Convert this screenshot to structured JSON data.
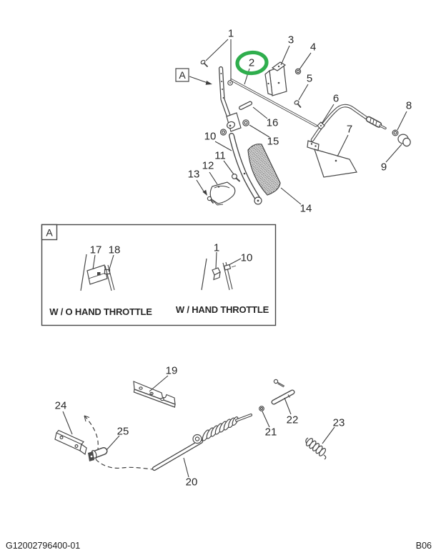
{
  "page": {
    "background": "#ffffff",
    "footer_left": "G12002796400-01",
    "footer_right": "B06"
  },
  "colors": {
    "line": "#474747",
    "text": "#272727",
    "highlight_green": "#2fae4d"
  },
  "detail_view_marker": "A",
  "highlight": {
    "circled_callout": "2",
    "shape": "ellipse",
    "color": "#2fae4d"
  },
  "callouts": {
    "main": [
      "1",
      "2",
      "3",
      "4",
      "5",
      "6",
      "7",
      "8",
      "9",
      "10",
      "11",
      "12",
      "13",
      "14",
      "15",
      "16"
    ],
    "inset_left": [
      "17",
      "18"
    ],
    "inset_right": [
      "1",
      "10"
    ],
    "bottom": [
      "19",
      "20",
      "21",
      "22",
      "23",
      "24",
      "25"
    ]
  },
  "inset": {
    "marker": "A",
    "left_caption": "W / O HAND THROTTLE",
    "right_caption": "W / HAND THROTTLE"
  }
}
